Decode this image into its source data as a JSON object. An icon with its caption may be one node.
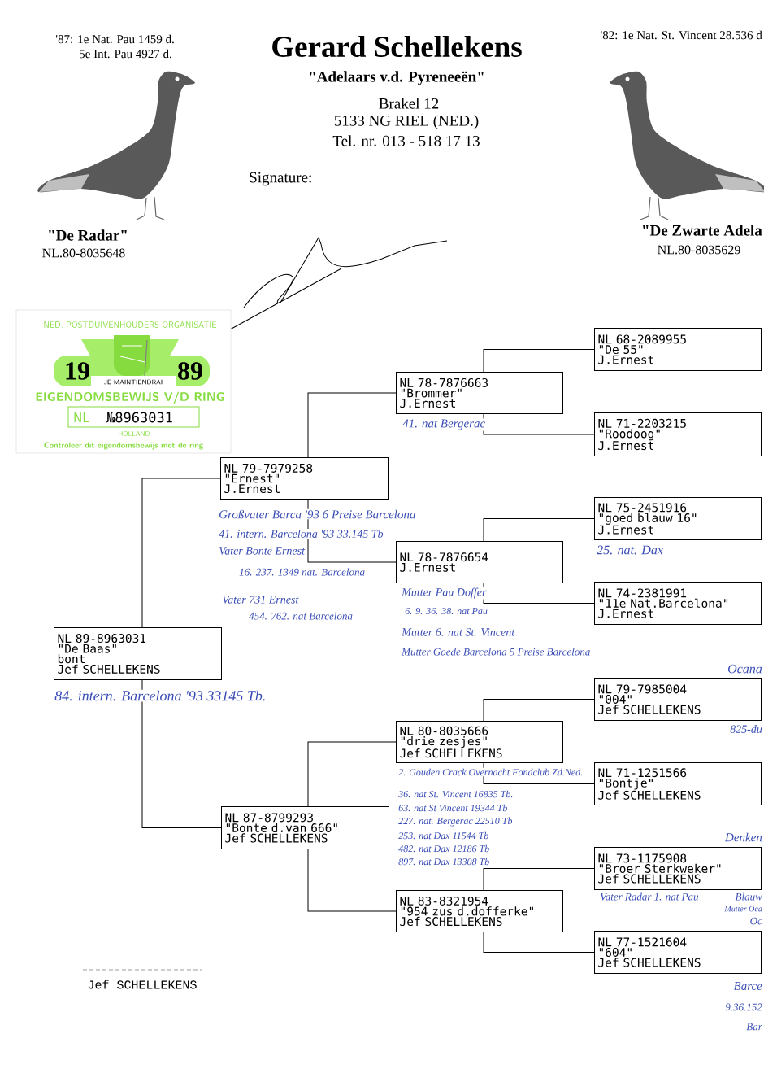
{
  "diagram": {
    "title": "Gerard Schellekens",
    "nodes": [
      {
        "text": [
          "NL 89-8963031",
          "\"De Baas\"",
          "bont",
          "Jef SCHELLEKENS"
        ],
        "beside": [
          "84. intern. Barcelona '93 33145 Tb."
        ]
      },
      {
        "text": [
          "NL 79-7979258",
          "\"Ernest\"",
          "J.Ernest"
        ],
        "beside": [
          "Großvater Barca '93 6 Preise Barcelona",
          "41. intern. Barcelona '93 33.145 Tb",
          "Vater Bonte Ernest",
          "16. 237. 1349 nat. Barcelona",
          "Vater 731 Ernest",
          "454. 762. nat Barcelona"
        ]
      },
      {
        "text": [
          "NL 87-8799293",
          "\"Bonte d.van 666\"",
          "Jef SCHELLEKENS"
        ]
      },
      {
        "text": [
          "NL 78-7876663",
          "\"Brommer\"",
          "J.Ernest"
        ],
        "beside": [
          "41. nat Bergerac"
        ]
      },
      {
        "text": [
          "NL 78-7876654",
          "J.Ernest"
        ],
        "beside": [
          "Mutter Pau Doffer",
          "6. 9. 36. 38. nat Pau",
          "Mutter 6. nat St. Vincent",
          "Mutter Goede Barcelona 5 Preise Barcelona"
        ]
      },
      {
        "text": [
          "NL 80-8035666",
          "\"drie zesjes\"",
          "Jef SCHELLEKENS"
        ],
        "beside": [
          "2. Gouden Crack Overnacht Fondclub Zd.Ned.",
          "36. nat St. Vincent 16835 Tb.",
          "63. nat St Vincent 19344 Tb",
          "227. nat. Bergerac 22510 Tb",
          "253. nat Dax 11544 Tb",
          "482. nat Dax 12186 Tb",
          "897. nat Dax 13308 Tb"
        ]
      },
      {
        "text": [
          "NL 83-8321954",
          "\"954 zus d.dofferke\"",
          "Jef SCHELLEKENS"
        ]
      },
      {
        "text": [
          "NL 68-2089955",
          "\"De 55\"",
          "J.Ernest"
        ]
      },
      {
        "text": [
          "NL 71-2203215",
          "\"Roodoog\"",
          "J.Ernest"
        ]
      },
      {
        "text": [
          "NL 75-2451916",
          "\"goed blauw 16\"",
          "J.Ernest"
        ],
        "beside": [
          "25. nat. Dax"
        ]
      },
      {
        "text": [
          "NL 74-2381991",
          "\"11e Nat.Barcelona\"",
          "J.Ernest"
        ]
      },
      {
        "text": [
          "NL 79-7985004",
          "\"004\"",
          "Jef SCHELLEKENS"
        ],
        "beside": [
          "Ocana",
          "825-du"
        ]
      },
      {
        "text": [
          "NL 71-1251566",
          "\"Bontje\"",
          "Jef SCHELLEKENS"
        ]
      },
      {
        "text": [
          "NL 73-1175908",
          "\"Broer Sterkweker\"",
          "Jef SCHELLEKENS"
        ],
        "beside": [
          "Denken",
          "Vater Radar 1. nat Pau",
          "Blauw",
          "Mutter Oca",
          "Oc"
        ]
      },
      {
        "text": [
          "NL 77-1521604",
          "\"604\"",
          "Jef SCHELLEKENS"
        ],
        "beside": [
          "Barce",
          "9.36.152",
          "Bar"
        ]
      }
    ],
    "edges": [
      {
        "from": 0,
        "to": 1,
        "arrow": "none"
      },
      {
        "from": 0,
        "to": 2,
        "arrow": "none"
      },
      {
        "from": 1,
        "to": 3,
        "arrow": "none"
      },
      {
        "from": 1,
        "to": 4,
        "arrow": "none"
      },
      {
        "from": 2,
        "to": 5,
        "arrow": "none"
      },
      {
        "from": 2,
        "to": 6,
        "arrow": "none"
      },
      {
        "from": 3,
        "to": 7,
        "arrow": "none"
      },
      {
        "from": 3,
        "to": 8,
        "arrow": "none"
      },
      {
        "from": 4,
        "to": 9,
        "arrow": "none"
      },
      {
        "from": 4,
        "to": 10,
        "arrow": "none"
      },
      {
        "from": 5,
        "to": 11,
        "arrow": "none"
      },
      {
        "from": 5,
        "to": 12,
        "arrow": "none"
      },
      {
        "from": 6,
        "to": 13,
        "arrow": "none"
      },
      {
        "from": 6,
        "to": 14,
        "arrow": "none"
      }
    ],
    "labels": [
      "'87: 1e Nat. Pau 1459 d.",
      "5e Int. Pau 4927 d.",
      "\"Adelaars v.d. Pyreneeën\"",
      "'82: 1e Nat. St. Vincent 28.536 d",
      "Brakel 12",
      "5133 NG RIEL (NED.)",
      "Tel. nr. 013 - 518 17 13",
      "Signature:",
      "\"De Radar\"",
      "NL.80-8035648",
      "\"De Zwarte Adela",
      "NL.80-8035629",
      "NED. POSTDUIVENHOUDERS ORGANISATIE",
      "19",
      "89",
      "JE MAINTIENDRAI",
      "EIGENDOMSBEWIJS V/D RING",
      "NL",
      "№8963031",
      "HOLLAND",
      "Controleer dit eigendomsbewijs met de ring",
      "Jef SCHELLEKENS"
    ]
  }
}
